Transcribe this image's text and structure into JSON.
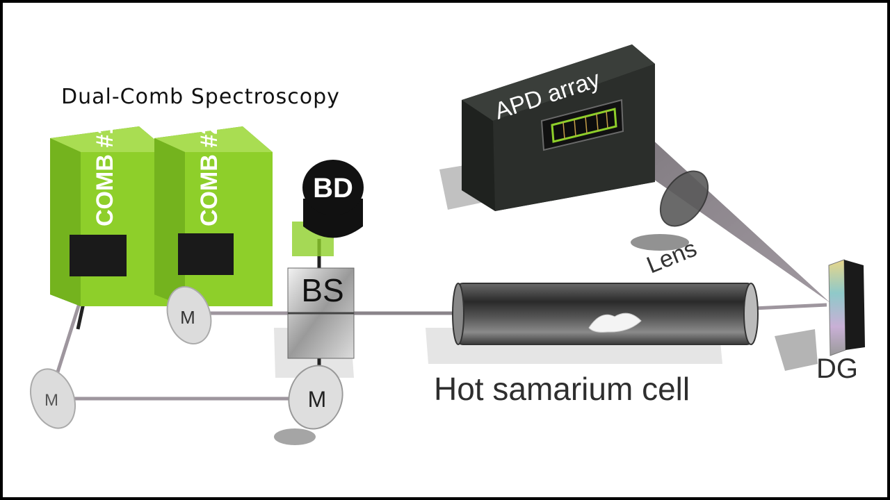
{
  "title": "Dual-Comb Spectroscopy",
  "components": {
    "comb1": "COMB #1",
    "comb2": "COMB #2",
    "balanced_detector": "BD",
    "beam_splitter": "BS",
    "mirror": "M",
    "apd_array": "APD array",
    "lens": "Lens",
    "cell": "Hot samarium cell",
    "grating": "DG"
  },
  "colors": {
    "comb_green": "#8ecf2a",
    "comb_green_dark": "#6ea81c",
    "beam": "#a09aa0",
    "detector_body": "#2b2e2b",
    "cell_glass": "#3a3a3a"
  }
}
